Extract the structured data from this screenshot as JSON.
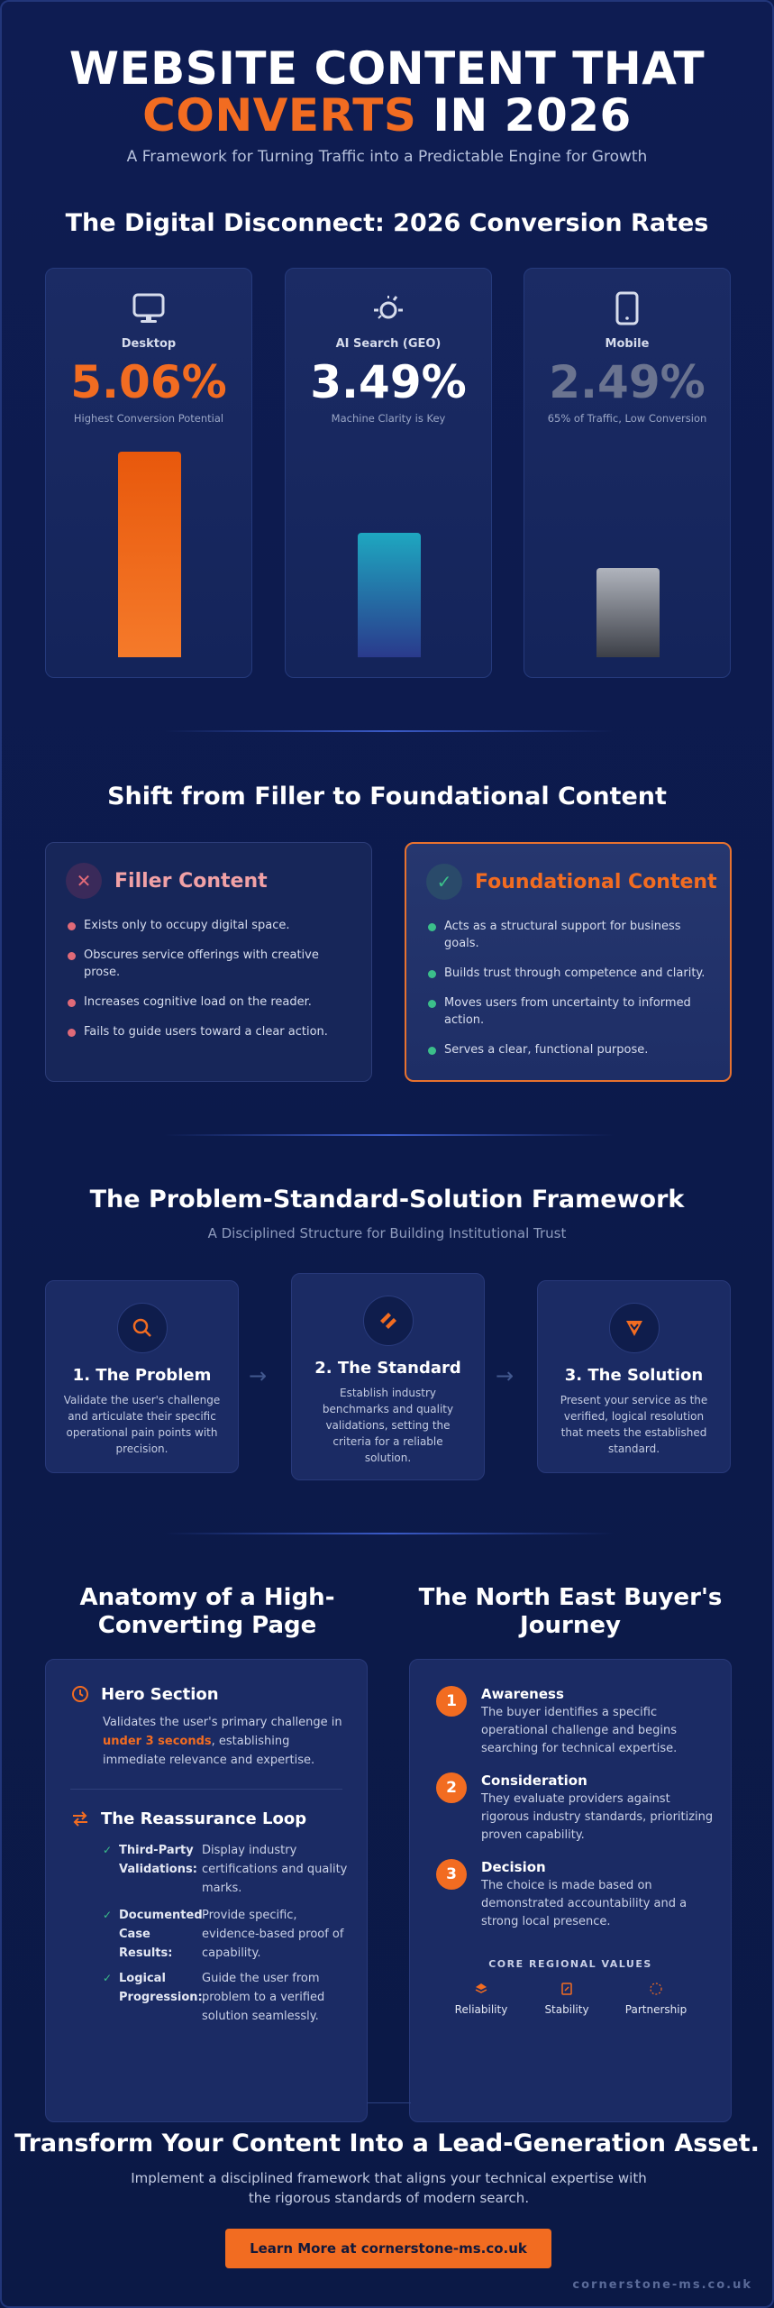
{
  "hero": {
    "title_line1": "WEBSITE CONTENT THAT",
    "title_accent": "CONVERTS",
    "title_rest": " IN 2026",
    "subtitle": "A Framework for Turning Traffic into a Predictable Engine for Growth"
  },
  "disconnect": {
    "title": "The Digital Disconnect: 2026 Conversion Rates",
    "cards": [
      {
        "label": "Desktop",
        "value": "5.06%",
        "caption": "Highest Conversion Potential",
        "rate": 5.06,
        "color": "#f26c21",
        "icon": "monitor-icon"
      },
      {
        "label": "AI Search (GEO)",
        "value": "3.49%",
        "caption": "Machine Clarity is Key",
        "rate": 3.49,
        "color": "#ffffff",
        "icon": "ai-spark-icon"
      },
      {
        "label": "Mobile",
        "value": "2.49%",
        "caption": "65% of Traffic, Low Conversion",
        "rate": 2.49,
        "color": "#6b7490",
        "icon": "tablet-icon"
      }
    ]
  },
  "shift": {
    "title": "Shift from Filler to Foundational Content",
    "filler": {
      "title": "Filler Content",
      "items": [
        "Exists only to occupy digital space.",
        "Obscures service offerings with creative prose.",
        "Increases cognitive load on the reader.",
        "Fails to guide users toward a clear action."
      ]
    },
    "foundational": {
      "title": "Foundational Content",
      "items": [
        "Acts as a structural support for business goals.",
        "Builds trust through competence and clarity.",
        "Moves users from uncertainty to informed action.",
        "Serves a clear, functional purpose."
      ]
    }
  },
  "framework": {
    "title": "The Problem-Standard-Solution Framework",
    "subtitle": "A Disciplined Structure for Building Institutional Trust",
    "steps": [
      {
        "title": "1. The Problem",
        "desc": "Validate the user's challenge and articulate their specific operational pain points with precision."
      },
      {
        "title": "2. The Standard",
        "desc": "Establish industry benchmarks and quality validations, setting the criteria for a reliable solution."
      },
      {
        "title": "3. The Solution",
        "desc": "Present your service as the verified, logical resolution that meets the established standard."
      }
    ]
  },
  "anatomy": {
    "title": "Anatomy of a High-Converting Page",
    "hero_title": "Hero Section",
    "hero_text_pre": "Validates the user's primary challenge in ",
    "hero_text_hl": "under 3 seconds",
    "hero_text_post": ", establishing immediate relevance and expertise.",
    "loop_title": "The Reassurance Loop",
    "loop_items": [
      {
        "key": "Third-Party Validations:",
        "val": "Display industry certifications and quality marks."
      },
      {
        "key": "Documented Case Results:",
        "val": "Provide specific, evidence-based proof of capability."
      },
      {
        "key": "Logical Progression:",
        "val": "Guide the user from problem to a verified solution seamlessly."
      }
    ]
  },
  "journey": {
    "title": "The North East Buyer's Journey",
    "steps": [
      {
        "num": "1",
        "title": "Awareness",
        "desc": "The buyer identifies a specific operational challenge and begins searching for technical expertise."
      },
      {
        "num": "2",
        "title": "Consideration",
        "desc": "They evaluate providers against rigorous industry standards, prioritizing proven capability."
      },
      {
        "num": "3",
        "title": "Decision",
        "desc": "The choice is made based on demonstrated accountability and a strong local presence."
      }
    ],
    "core_title": "CORE REGIONAL VALUES",
    "core_values": [
      "Reliability",
      "Stability",
      "Partnership"
    ]
  },
  "cta": {
    "title": "Transform Your Content Into a Lead-Generation Asset.",
    "subtitle": "Implement a disciplined framework that aligns your technical expertise with the rigorous standards of modern search.",
    "button": "Learn More at cornerstone-ms.co.uk"
  },
  "footer": {
    "url": "cornerstone-ms.co.uk"
  },
  "colors": {
    "accent": "#f26c21",
    "bg": "#0c1a4b",
    "card": "#1b2b64",
    "success": "#3bbf8a",
    "danger": "#e06a78"
  }
}
